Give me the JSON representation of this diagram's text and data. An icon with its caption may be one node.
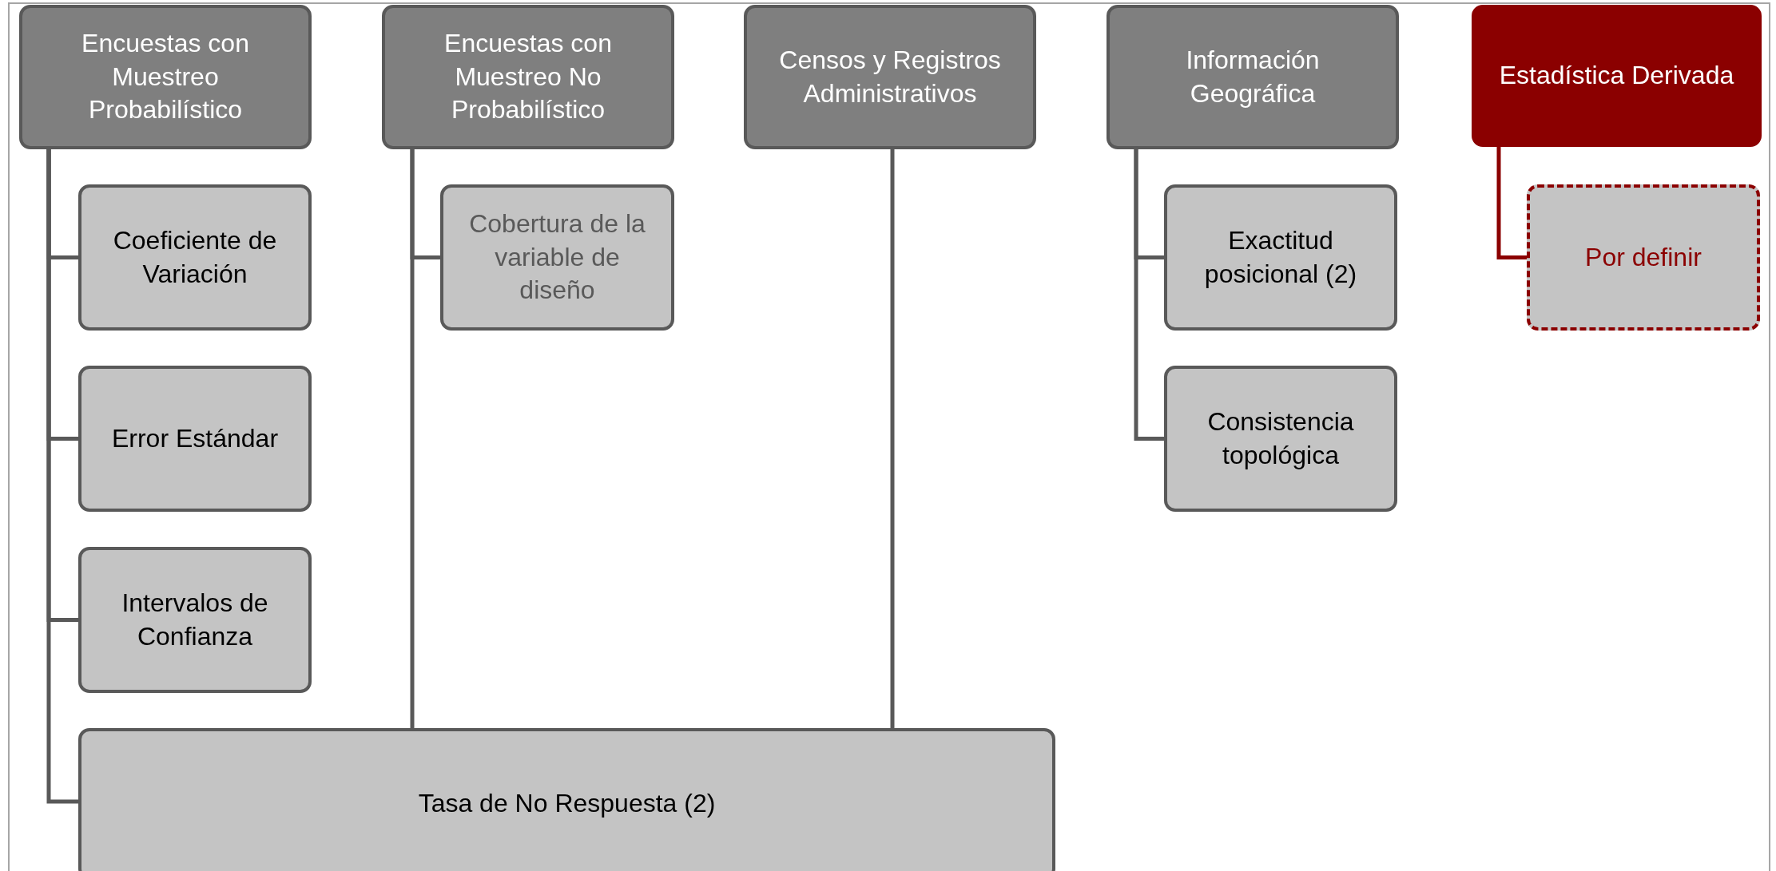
{
  "diagram": {
    "nodes": [
      {
        "text": [
          "Encuestas con Muestreo Probabilístico"
        ]
      },
      {
        "text": [
          "Encuestas con Muestreo No Probabilístico"
        ]
      },
      {
        "text": [
          "Censos y  Registros Administrativos"
        ]
      },
      {
        "text": [
          "Información Geográfica"
        ]
      },
      {
        "text": [
          "Estadística Derivada"
        ]
      },
      {
        "text": [
          "Coeficiente de Variación"
        ]
      },
      {
        "text": [
          "Cobertura de la variable de diseño"
        ]
      },
      {
        "text": [
          "Exactitud posicional (2)"
        ]
      },
      {
        "text": [
          "Por definir"
        ]
      },
      {
        "text": [
          "Error Estándar"
        ]
      },
      {
        "text": [
          "Consistencia topológica"
        ]
      },
      {
        "text": [
          "Intervalos de Confianza"
        ]
      },
      {
        "text": [
          "Tasa de No Respuesta (2)"
        ]
      }
    ],
    "edges": [
      {
        "from": 0,
        "to": 5,
        "arrow": "none"
      },
      {
        "from": 0,
        "to": 9,
        "arrow": "none"
      },
      {
        "from": 0,
        "to": 11,
        "arrow": "none"
      },
      {
        "from": 0,
        "to": 12,
        "arrow": "none"
      },
      {
        "from": 1,
        "to": 6,
        "arrow": "none"
      },
      {
        "from": 1,
        "to": 12,
        "arrow": "none"
      },
      {
        "from": 2,
        "to": 12,
        "arrow": "none"
      },
      {
        "from": 3,
        "to": 7,
        "arrow": "none"
      },
      {
        "from": 3,
        "to": 10,
        "arrow": "none"
      },
      {
        "from": 4,
        "to": 8,
        "arrow": "none",
        "color": "#8b0000"
      }
    ]
  }
}
